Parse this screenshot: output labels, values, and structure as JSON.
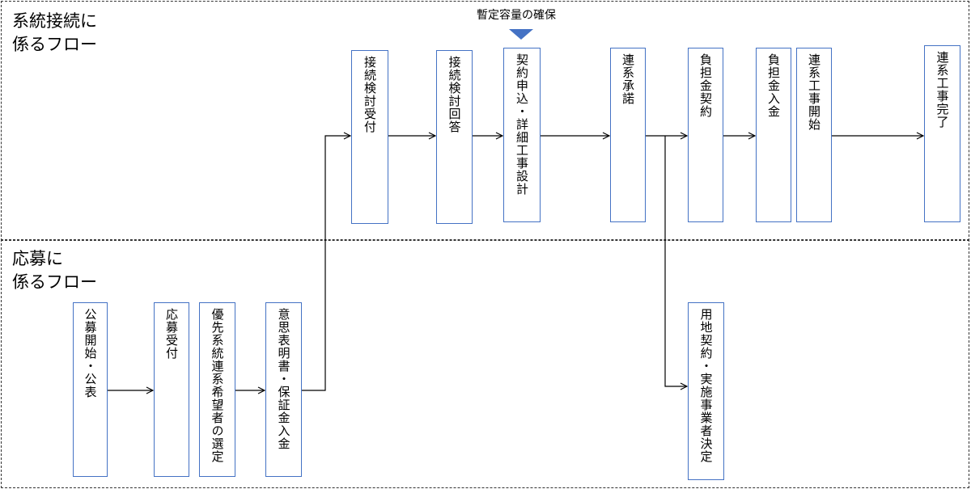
{
  "sections": {
    "grid": {
      "title": "系統接続に\n係るフロー"
    },
    "application": {
      "title": "応募に\n係るフロー"
    }
  },
  "grid_flow": {
    "reception": "接続検討受付",
    "answer": "接続検討回答",
    "contract_request": "契約申込・詳細工事設計",
    "approval": "連系承諾",
    "burden_contract": "負担金契約",
    "burden_payment": "負担金入金",
    "work_start": "連系工事開始",
    "work_complete": "連系工事完了"
  },
  "application_flow": {
    "announcement": "公募開始・公表",
    "acceptance": "応募受付",
    "selection": "優先系統連系希望者の選定",
    "intent": "意思表明書・保証金入金",
    "land_contract": "用地契約・実施事業者決定"
  },
  "note": {
    "label": "暫定容量の確保",
    "marker_color": "#4472c4"
  },
  "colors": {
    "box_border": "#4472c4",
    "line": "#000000",
    "section_border": "#333333"
  }
}
